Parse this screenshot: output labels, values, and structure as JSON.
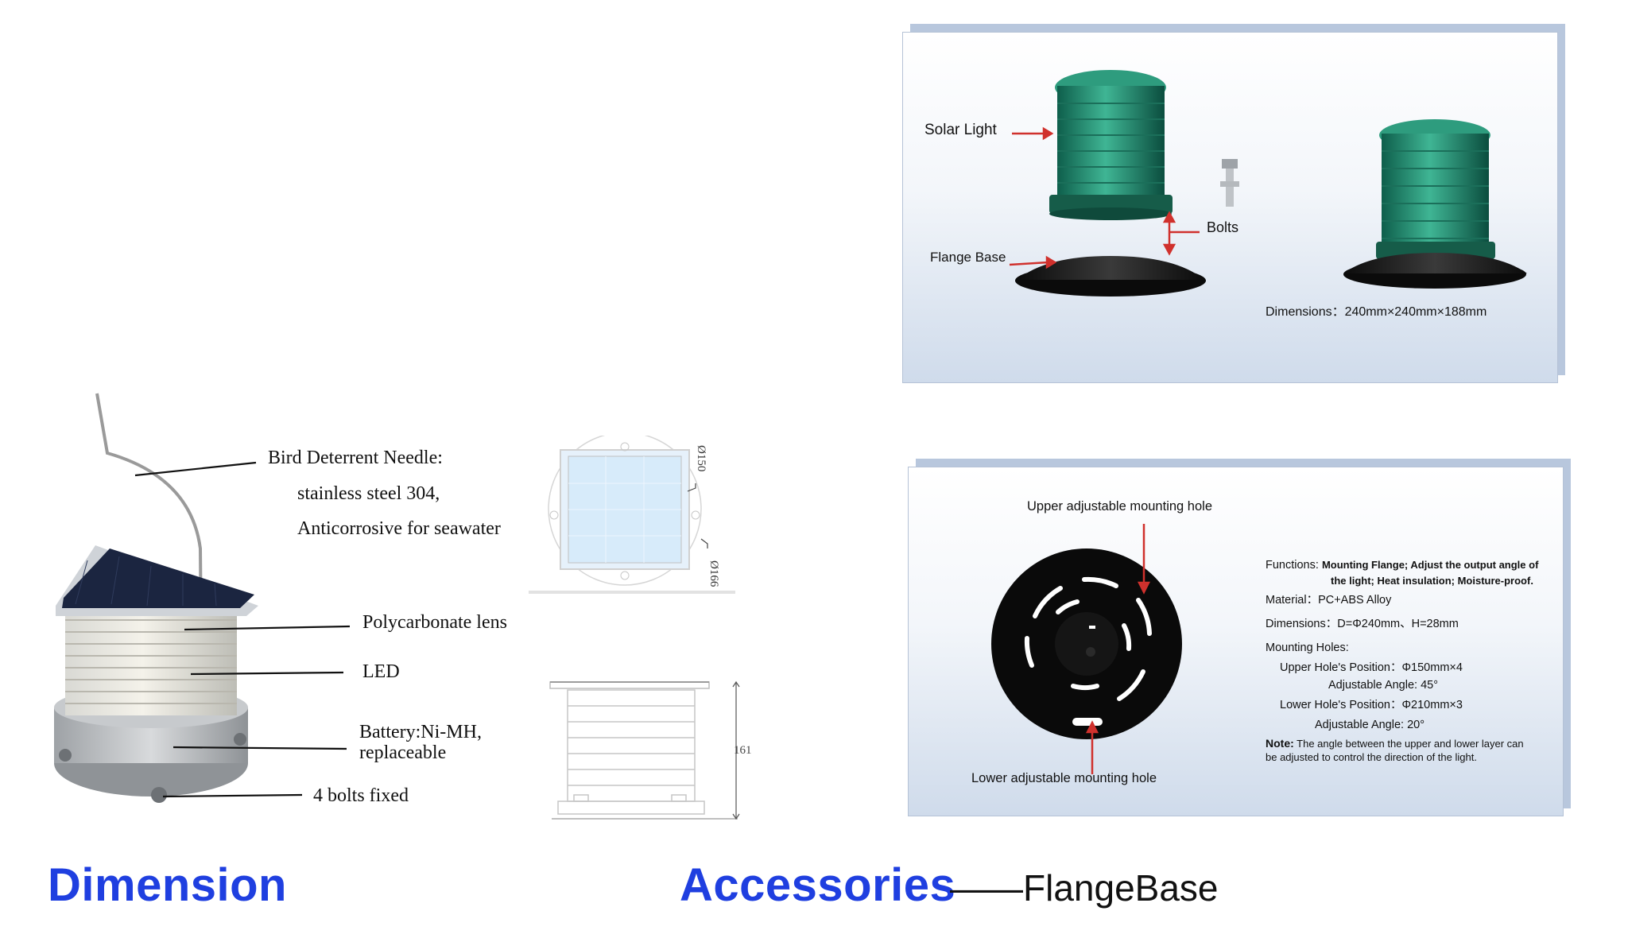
{
  "lamp_callouts": {
    "needle_line1": "Bird Deterrent Needle:",
    "needle_line2": "stainless steel 304,",
    "needle_line3": "Anticorrosive for seawater",
    "lens": "Polycarbonate lens",
    "led": "LED",
    "battery_line1": "Battery:Ni-MH,",
    "battery_line2": "replaceable",
    "bolts": "4 bolts fixed"
  },
  "drawing": {
    "dim_150": "Ø150",
    "dim_166": "Ø166",
    "dim_161": "161"
  },
  "panel_top": {
    "solar_light": "Solar Light",
    "flange_base": "Flange Base",
    "bolts": "Bolts",
    "dimensions": "Dimensions：240mm×240mm×188mm"
  },
  "panel_bottom": {
    "upper_hole": "Upper adjustable mounting hole",
    "lower_hole": "Lower adjustable mounting hole",
    "functions_label": "Functions:",
    "functions_line1": "Mounting Flange; Adjust the output angle of",
    "functions_line2": "the light; Heat insulation; Moisture-proof.",
    "material": "Material：PC+ABS Alloy",
    "dimensions": "Dimensions：D=Φ240mm、H=28mm",
    "mounting_holes": "Mounting Holes:",
    "upper_position": "Upper   Hole's Position：Φ150mm×4",
    "upper_angle": "Adjustable Angle:   45°",
    "lower_position": "Lower   Hole's Position：Φ210mm×3",
    "lower_angle": "Adjustable Angle:   20°",
    "note_label": "Note:",
    "note_line1": "The angle between the upper and lower layer can",
    "note_line2": "be adjusted to control the direction of the light."
  },
  "headings": {
    "dimension": "Dimension",
    "accessories": "Accessories",
    "flange_suffix": "——FlangeBase"
  },
  "colors": {
    "heading_blue": "#1f3fe0",
    "lamp_green": "#1f8a70",
    "arrow_red": "#d0312d"
  }
}
